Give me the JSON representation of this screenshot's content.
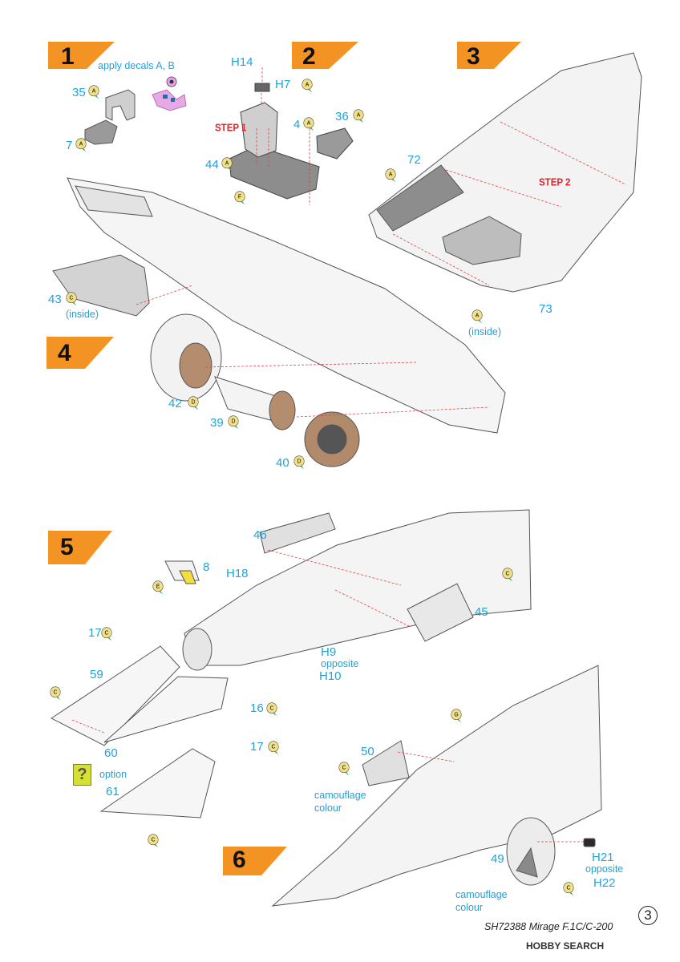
{
  "steps": [
    "1",
    "2",
    "3",
    "4",
    "5",
    "6"
  ],
  "step_labels": {
    "step1": "STEP 1",
    "step2": "STEP 2"
  },
  "notes": {
    "apply_decals": "apply decals A, B",
    "inside_1": "(inside)",
    "inside_2": "(inside)",
    "opposite_1": "opposite",
    "opposite_2": "opposite",
    "camo_1a": "camouflage",
    "camo_1b": "colour",
    "camo_2a": "camouflage",
    "camo_2b": "colour",
    "option": "option",
    "option_mark": "?"
  },
  "parts": {
    "p35": "35",
    "p7": "7",
    "p43": "43",
    "pH14": "H14",
    "pH7": "H7",
    "p4": "4",
    "p36": "36",
    "p44": "44",
    "p72": "72",
    "p73": "73",
    "p42": "42",
    "p39": "39",
    "p40": "40",
    "p46": "46",
    "p8": "8",
    "pH18": "H18",
    "p45": "45",
    "p17a": "17",
    "p59": "59",
    "pH9": "H9",
    "pH10": "H10",
    "p16": "16",
    "p17b": "17",
    "p60": "60",
    "p61": "61",
    "p50": "50",
    "pH21": "H21",
    "pH22": "H22",
    "p49": "49",
    "step_num_6": "6"
  },
  "sprue_letters": {
    "s35": "A",
    "s7": "A",
    "s43": "C",
    "sH7": "A",
    "s4": "A",
    "s36": "A",
    "s44": "A",
    "sF": "F",
    "s72": "A",
    "s73": "A",
    "s42": "D",
    "s39": "D",
    "s40": "D",
    "sE": "E",
    "s17a": "C",
    "sCnose": "C",
    "s16": "C",
    "s17b": "C",
    "sC5": "C",
    "sC61": "C",
    "sG": "G",
    "sC50": "C",
    "sC49": "C"
  },
  "footer": {
    "kit": "SH72388 Mirage F.1C/C-200",
    "page": "3"
  },
  "watermark": "HOBBY SEARCH",
  "colors": {
    "step_orange": "#f39323",
    "label_blue": "#1ea3dc",
    "step_red": "#e3242b",
    "sprue_yellow": "#f1e08a",
    "leader_red": "#e2434a"
  }
}
